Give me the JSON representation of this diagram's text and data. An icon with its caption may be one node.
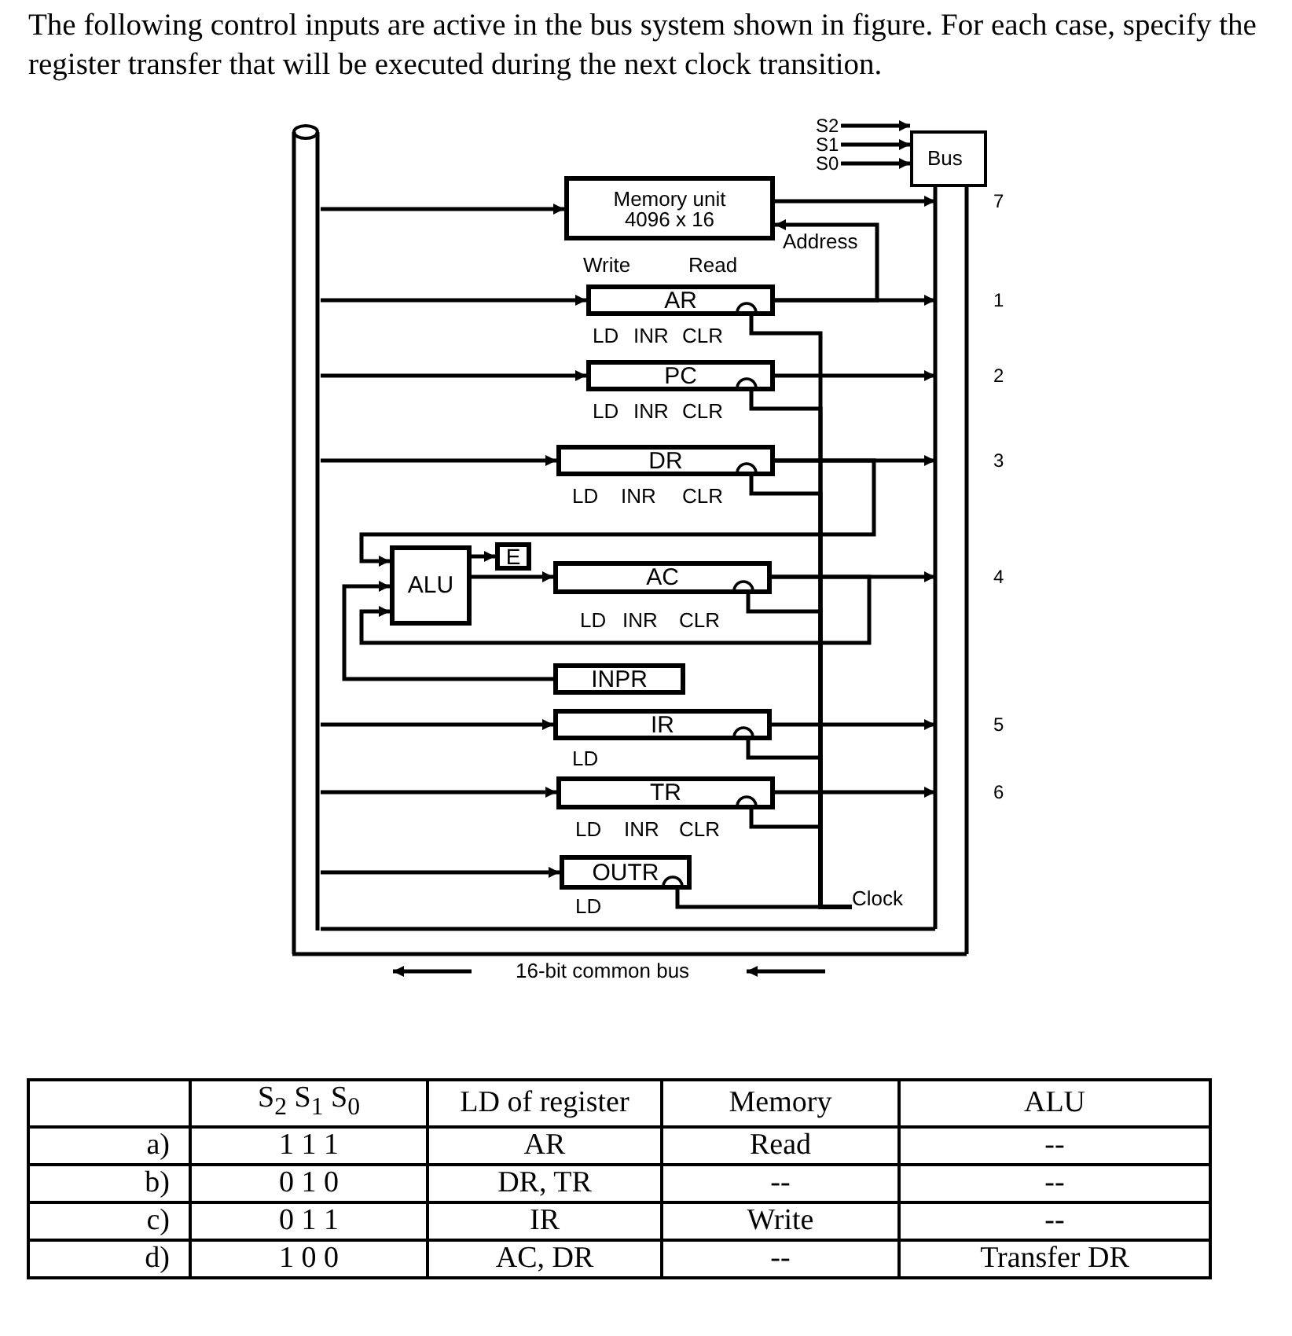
{
  "diagram": {
    "title": "The following control inputs are active in the bus system shown in figure. For each case, specify the register transfer that will be executed during the next clock transition.",
    "nodes": [
      {
        "text": [
          "S2"
        ]
      },
      {
        "text": [
          "S1"
        ]
      },
      {
        "text": [
          "S0"
        ]
      },
      {
        "text": [
          "Bus"
        ],
        "beside": [
          "7",
          "1",
          "2",
          "3",
          "4",
          "5",
          "6"
        ]
      },
      {
        "text": [],
        "shape": "cylinder"
      },
      {
        "text": [
          "Memory unit",
          "4096 x 16"
        ],
        "beside": [
          "Write",
          "Read"
        ]
      },
      {
        "text": [
          "AR"
        ],
        "beside": [
          "LD",
          "INR",
          "CLR"
        ]
      },
      {
        "text": [
          "PC"
        ],
        "beside": [
          "LD",
          "INR",
          "CLR"
        ]
      },
      {
        "text": [
          "DR"
        ],
        "beside": [
          "LD",
          "INR",
          "CLR"
        ]
      },
      {
        "text": [
          "ALU"
        ]
      },
      {
        "text": [
          "E"
        ]
      },
      {
        "text": [
          "AC"
        ],
        "beside": [
          "LD",
          "INR",
          "CLR"
        ]
      },
      {
        "text": [
          "INPR"
        ]
      },
      {
        "text": [
          "IR"
        ],
        "beside": [
          "LD"
        ]
      },
      {
        "text": [
          "TR"
        ],
        "beside": [
          "LD",
          "INR",
          "CLR"
        ]
      },
      {
        "text": [
          "OUTR"
        ],
        "beside": [
          "LD"
        ]
      },
      {
        "text": [
          "Clock"
        ]
      }
    ],
    "edges": [
      {
        "from": 0,
        "to": 3,
        "arrow": "to"
      },
      {
        "from": 1,
        "to": 3,
        "arrow": "to"
      },
      {
        "from": 2,
        "to": 3,
        "arrow": "to"
      },
      {
        "from": 4,
        "to": 5,
        "arrow": "to"
      },
      {
        "from": 5,
        "to": 3,
        "arrow": "to"
      },
      {
        "from": 4,
        "to": 6,
        "arrow": "to"
      },
      {
        "from": 6,
        "to": 3,
        "arrow": "to"
      },
      {
        "from": 6,
        "to": 5,
        "arrow": "to",
        "label": "Address"
      },
      {
        "from": 4,
        "to": 7,
        "arrow": "to"
      },
      {
        "from": 7,
        "to": 3,
        "arrow": "to"
      },
      {
        "from": 4,
        "to": 8,
        "arrow": "to"
      },
      {
        "from": 8,
        "to": 3,
        "arrow": "to"
      },
      {
        "from": 8,
        "to": 9,
        "arrow": "to"
      },
      {
        "from": 9,
        "to": 10,
        "arrow": "to"
      },
      {
        "from": 9,
        "to": 11,
        "arrow": "to"
      },
      {
        "from": 11,
        "to": 3,
        "arrow": "to"
      },
      {
        "from": 11,
        "to": 9,
        "arrow": "to"
      },
      {
        "from": 12,
        "to": 9,
        "arrow": "to"
      },
      {
        "from": 4,
        "to": 13,
        "arrow": "to"
      },
      {
        "from": 13,
        "to": 3,
        "arrow": "to"
      },
      {
        "from": 4,
        "to": 14,
        "arrow": "to"
      },
      {
        "from": 14,
        "to": 3,
        "arrow": "to"
      },
      {
        "from": 4,
        "to": 15,
        "arrow": "to"
      },
      {
        "from": 16,
        "to": 6,
        "arrow": "none"
      },
      {
        "from": 16,
        "to": 7,
        "arrow": "none"
      },
      {
        "from": 16,
        "to": 8,
        "arrow": "none"
      },
      {
        "from": 16,
        "to": 11,
        "arrow": "none"
      },
      {
        "from": 16,
        "to": 13,
        "arrow": "none"
      },
      {
        "from": 16,
        "to": 14,
        "arrow": "none"
      },
      {
        "from": 16,
        "to": 15,
        "arrow": "none"
      },
      {
        "from": 3,
        "to": 4,
        "arrow": "none"
      }
    ],
    "labels": [
      "16-bit common bus",
      "S$_{2}$ S$_{1}$ S$_{0}$",
      "LD of register",
      "Memory",
      "ALU",
      "a)",
      "1 1 1",
      "AR",
      "Read",
      "--",
      "b)",
      "0 1 0",
      "DR, TR",
      "--",
      "--",
      "c)",
      "0 1 1",
      "IR",
      "Write",
      "--",
      "d)",
      "1 0 0",
      "AC, DR",
      "--",
      "Transfer DR"
    ]
  }
}
